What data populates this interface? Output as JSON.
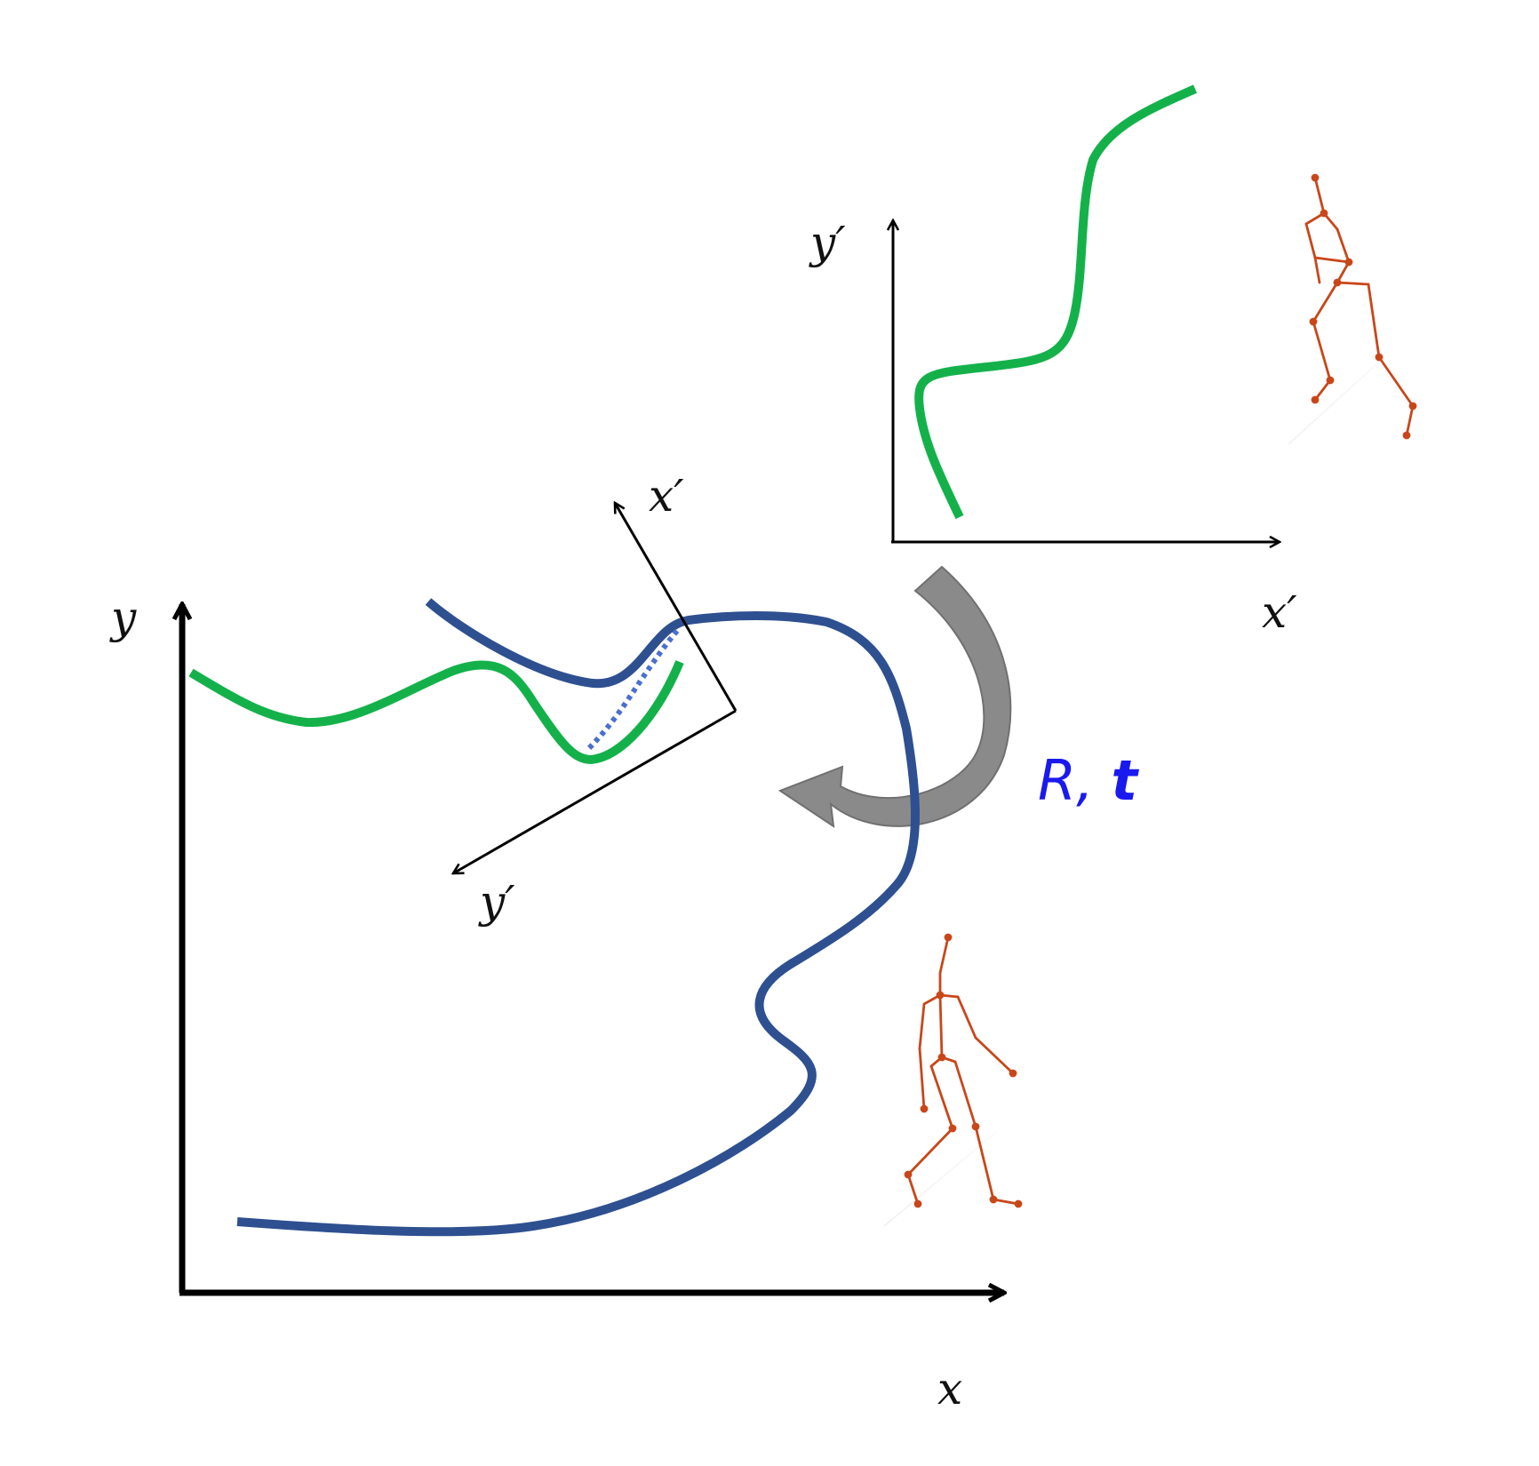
{
  "labels": {
    "world_x": "x",
    "world_y": "y",
    "local_x_rotated": "x′",
    "local_y_rotated": "y′",
    "local_x_upright": "x′",
    "local_y_upright": "y′",
    "transform_R": "R",
    "transform_sep": ", ",
    "transform_t": "t"
  },
  "colors": {
    "global_trajectory": "#2e5090",
    "local_trajectory": "#14b14b",
    "dotted_alignment": "#4a6fd0",
    "transform_arrow": "#8a8a8a",
    "transform_label": "#1a1aee",
    "skeleton": "#c8471a",
    "axes": "#000000"
  },
  "icons": {
    "transform_arrow": "curved-arrow-icon",
    "skeleton_upper": "walking-skeleton-icon",
    "skeleton_lower": "walking-skeleton-icon"
  }
}
